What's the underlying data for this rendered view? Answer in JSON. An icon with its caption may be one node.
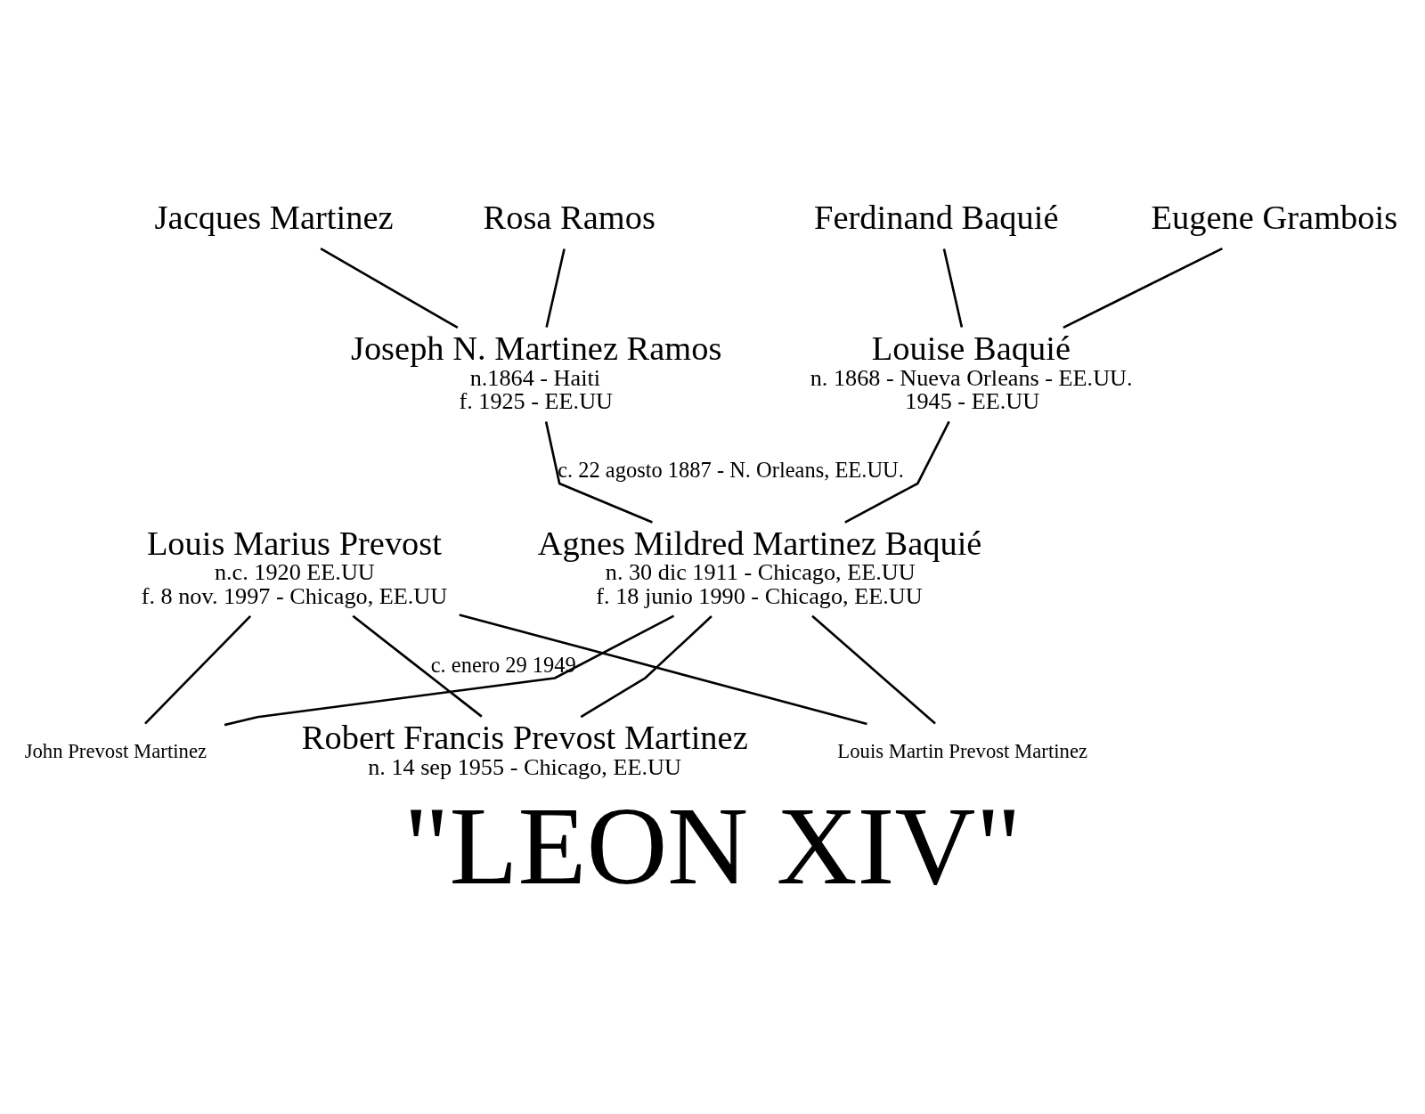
{
  "diagram": {
    "caption": "\"LEON XIV\"",
    "nodes": [
      {
        "text": [
          "Jacques Martinez"
        ]
      },
      {
        "text": [
          "Rosa Ramos"
        ]
      },
      {
        "text": [
          "Ferdinand Baquié"
        ]
      },
      {
        "text": [
          "Eugene Grambois"
        ]
      },
      {
        "text": [
          "Joseph N. Martinez Ramos",
          "n.1864 - Haiti",
          "f. 1925 - EE.UU"
        ]
      },
      {
        "text": [
          "Louise Baquié",
          "n. 1868 - Nueva Orleans - EE.UU.",
          "1945 - EE.UU"
        ]
      },
      {
        "text": [
          "Louis Marius Prevost",
          "n.c. 1920 EE.UU",
          "f. 8 nov. 1997 - Chicago, EE.UU"
        ]
      },
      {
        "text": [
          "Agnes Mildred Martinez Baquié",
          "n. 30 dic 1911 - Chicago, EE.UU",
          "f. 18 junio 1990 - Chicago, EE.UU"
        ]
      },
      {
        "text": [
          "John Prevost Martinez"
        ]
      },
      {
        "text": [
          "Louis Martin Prevost Martinez"
        ]
      },
      {
        "text": [
          "Robert Francis Prevost Martinez",
          "n. 14 sep 1955 - Chicago, EE.UU"
        ]
      }
    ],
    "edges": [
      {
        "from": 0,
        "to": 4,
        "arrow": "none"
      },
      {
        "from": 1,
        "to": 4,
        "arrow": "none"
      },
      {
        "from": 2,
        "to": 5,
        "arrow": "none"
      },
      {
        "from": 3,
        "to": 5,
        "arrow": "none"
      },
      {
        "from": 4,
        "to": 7,
        "arrow": "none",
        "label": "c. 22 agosto 1887 - N. Orleans, EE.UU."
      },
      {
        "from": 5,
        "to": 7,
        "arrow": "none"
      },
      {
        "from": 6,
        "to": 8,
        "arrow": "none"
      },
      {
        "from": 7,
        "to": 8,
        "arrow": "none"
      },
      {
        "from": 6,
        "to": 9,
        "arrow": "none"
      },
      {
        "from": 7,
        "to": 9,
        "arrow": "none"
      },
      {
        "from": 6,
        "to": 10,
        "arrow": "none",
        "label": "c. enero 29 1949"
      },
      {
        "from": 7,
        "to": 10,
        "arrow": "none"
      }
    ]
  }
}
